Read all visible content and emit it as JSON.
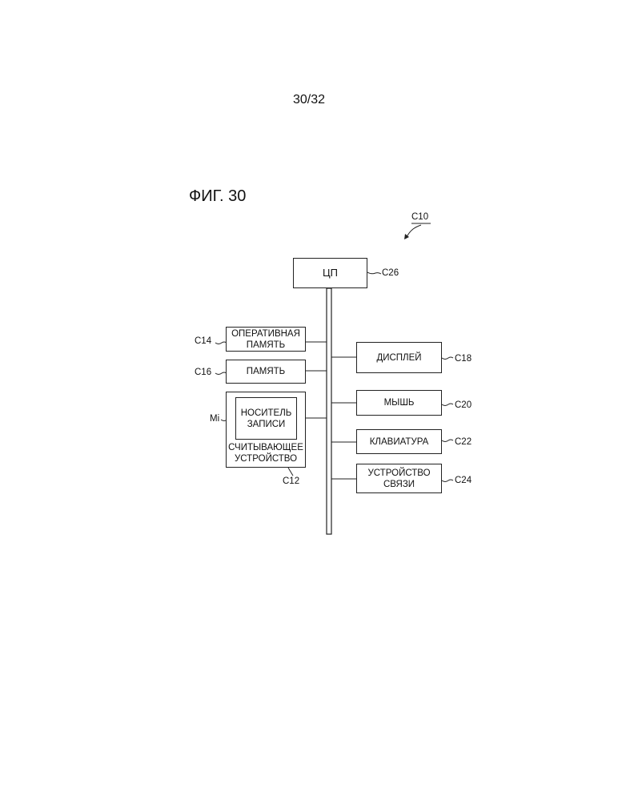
{
  "page_number": "30/32",
  "figure_title": "ФИГ. 30",
  "labels": {
    "system": "C10",
    "cpu": "ЦП",
    "cpu_ref": "C26",
    "ram": "ОПЕРАТИВНАЯ ПАМЯТЬ",
    "ram_ref": "C14",
    "memory": "ПАМЯТЬ",
    "memory_ref": "C16",
    "medium": "НОСИТЕЛЬ ЗАПИСИ",
    "medium_ref": "Mi",
    "reader": "СЧИТЫВАЮЩЕЕ УСТРОЙСТВО",
    "reader_ref": "C12",
    "display": "ДИСПЛЕЙ",
    "display_ref": "C18",
    "mouse": "МЫШЬ",
    "mouse_ref": "C20",
    "keyboard": "КЛАВИАТУРА",
    "keyboard_ref": "C22",
    "comm": "УСТРОЙСТВО СВЯЗИ",
    "comm_ref": "C24"
  }
}
